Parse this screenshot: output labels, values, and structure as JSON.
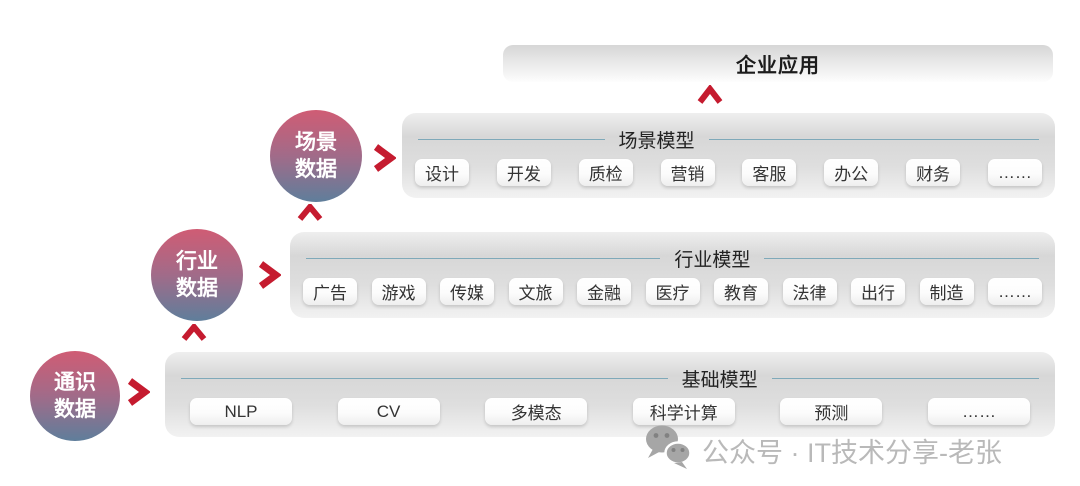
{
  "top_bar": {
    "label": "企业应用"
  },
  "layers": {
    "scene": {
      "title": "场景模型",
      "chips": [
        "设计",
        "开发",
        "质检",
        "营销",
        "客服",
        "办公",
        "财务",
        "……"
      ]
    },
    "industry": {
      "title": "行业模型",
      "chips": [
        "广告",
        "游戏",
        "传媒",
        "文旅",
        "金融",
        "医疗",
        "教育",
        "法律",
        "出行",
        "制造",
        "……"
      ]
    },
    "base": {
      "title": "基础模型",
      "chips": [
        "NLP",
        "CV",
        "多模态",
        "科学计算",
        "预测",
        "……"
      ]
    }
  },
  "circles": {
    "scene": {
      "line1": "场景",
      "line2": "数据"
    },
    "industry": {
      "line1": "行业",
      "line2": "数据"
    },
    "general": {
      "line1": "通识",
      "line2": "数据"
    }
  },
  "colors": {
    "arrow_red": "#c51b2f",
    "circle_gradient_top": "#d05c74",
    "circle_gradient_bottom": "#5f7e9b",
    "divider_teal": "#7fa9b9",
    "panel_gray": "#dedede",
    "watermark_gray": "#b9b9b9"
  },
  "watermark": {
    "icon": "wechat-icon",
    "text": "公众号 · IT技术分享-老张"
  }
}
